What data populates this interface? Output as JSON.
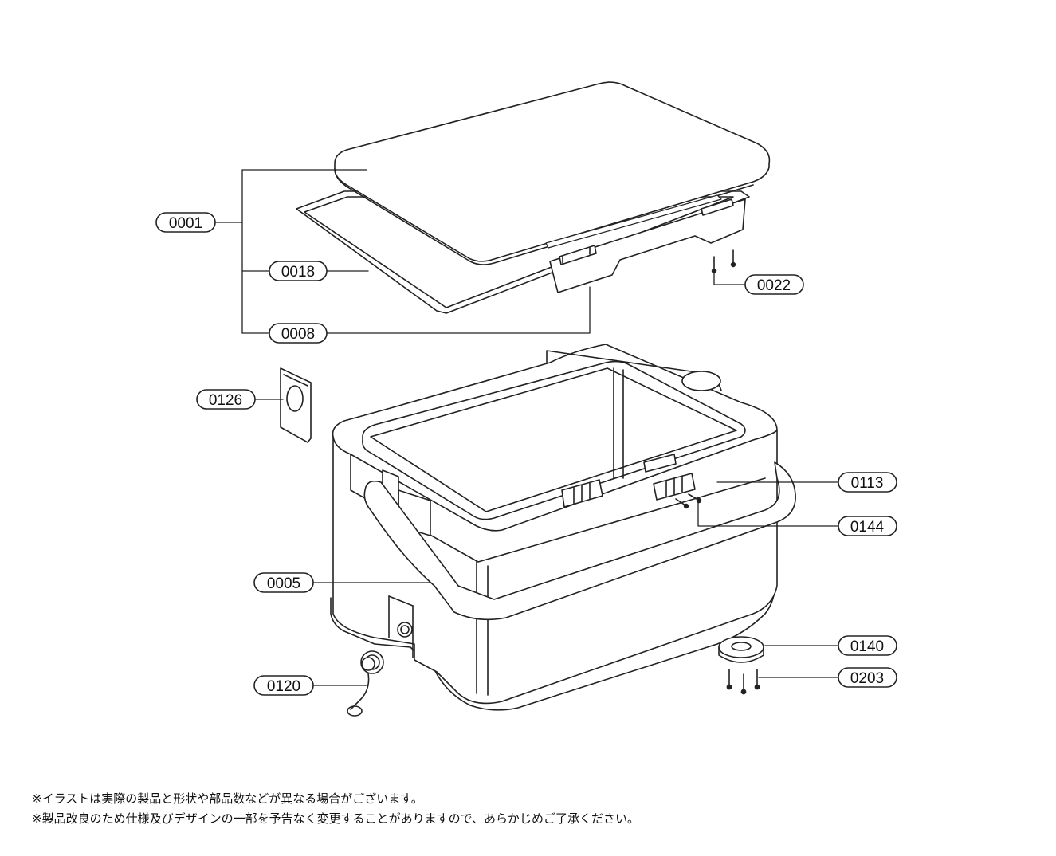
{
  "parts": {
    "p0001": "0001",
    "p0018": "0018",
    "p0008": "0008",
    "p0022": "0022",
    "p0126": "0126",
    "p0113": "0113",
    "p0144": "0144",
    "p0005": "0005",
    "p0140": "0140",
    "p0203": "0203",
    "p0120": "0120"
  },
  "notes": [
    "※イラストは実際の製品と形状や部品数などが異なる場合がございます。",
    "※製品改良のため仕様及びデザインの一部を予告なく変更することがありますので、あらかじめご了承ください。"
  ],
  "colors": {
    "line": "#222222",
    "fill": "#ffffff"
  }
}
